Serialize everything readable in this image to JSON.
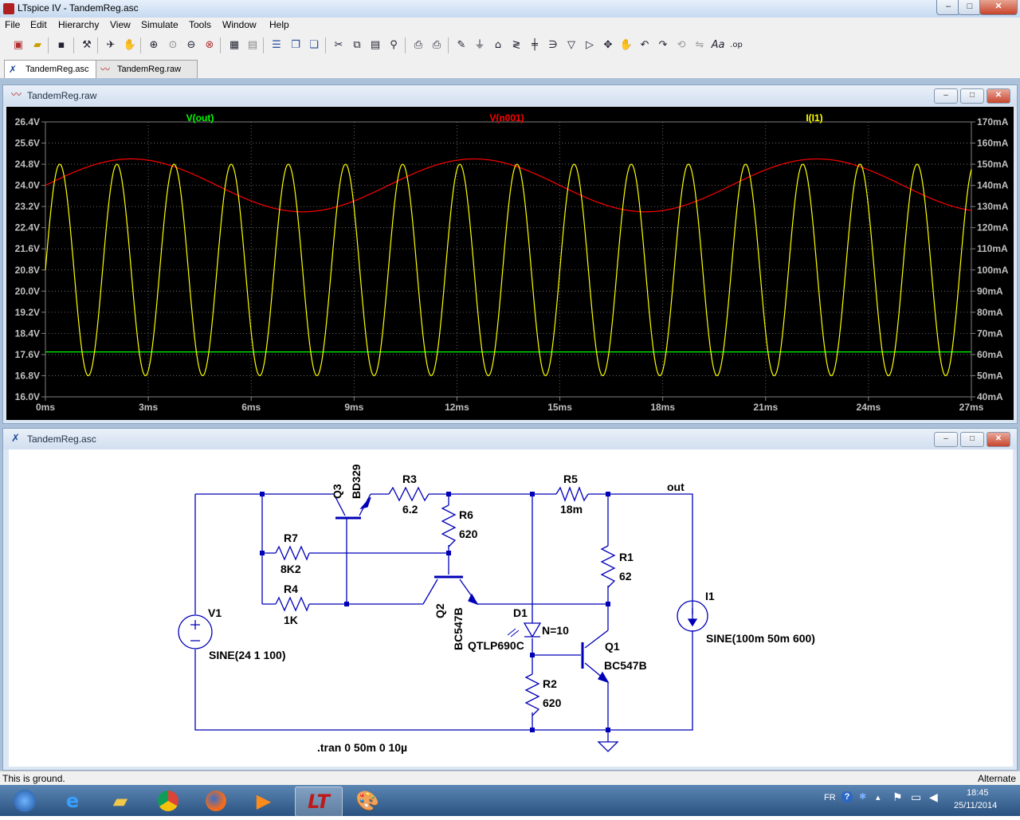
{
  "app": {
    "title": "LTspice IV - TandemReg.asc"
  },
  "window_controls": {
    "minimize": "–",
    "maximize": "□",
    "close": "✕"
  },
  "menu": [
    "File",
    "Edit",
    "Hierarchy",
    "View",
    "Simulate",
    "Tools",
    "Window",
    "Help"
  ],
  "tabs": [
    {
      "label": "TandemReg.asc",
      "icon": "schematic-icon"
    },
    {
      "label": "TandemReg.raw",
      "icon": "waveform-icon"
    }
  ],
  "waveform_window": {
    "title": "TandemReg.raw",
    "chart_data": {
      "type": "line",
      "xlabel": "",
      "ylabel": "",
      "x_ticks": [
        "0ms",
        "3ms",
        "6ms",
        "9ms",
        "12ms",
        "15ms",
        "18ms",
        "21ms",
        "24ms",
        "27ms"
      ],
      "xlim": [
        0,
        27
      ],
      "left_ticks": [
        "26.4V",
        "25.6V",
        "24.8V",
        "24.0V",
        "23.2V",
        "22.4V",
        "21.6V",
        "20.8V",
        "20.0V",
        "19.2V",
        "18.4V",
        "17.6V",
        "16.8V",
        "16.0V"
      ],
      "left_ylim": [
        16.0,
        26.4
      ],
      "right_ticks": [
        "170mA",
        "160mA",
        "150mA",
        "140mA",
        "130mA",
        "120mA",
        "110mA",
        "100mA",
        "90mA",
        "80mA",
        "70mA",
        "60mA",
        "50mA",
        "40mA"
      ],
      "right_ylim": [
        40,
        170
      ],
      "grid": true,
      "background": "#000000",
      "series": [
        {
          "name": "V(out)",
          "color": "#00ff00",
          "axis": "left",
          "kind": "constant",
          "value": 17.7
        },
        {
          "name": "V(n001)",
          "color": "#ff0000",
          "axis": "left",
          "kind": "sine",
          "offset": 24.0,
          "amplitude": 1.0,
          "frequency_hz": 100
        },
        {
          "name": "I(I1)",
          "color": "#ffff00",
          "axis": "right",
          "kind": "sine",
          "offset": 100,
          "amplitude": 50,
          "frequency_hz": 600
        }
      ]
    }
  },
  "schematic_window": {
    "title": "TandemReg.asc",
    "components": {
      "q3_name": "Q3",
      "q3_value": "BD329",
      "r3_name": "R3",
      "r3_value": "6.2",
      "r5_name": "R5",
      "r5_value": "18m",
      "net_out": "out",
      "r6_name": "R6",
      "r6_value": "620",
      "r7_name": "R7",
      "r7_value": "8K2",
      "r4_name": "R4",
      "r4_value": "1K",
      "r1_name": "R1",
      "r1_value": "62",
      "v1_name": "V1",
      "v1_value": "SINE(24 1 100)",
      "q2_name": "Q2",
      "q2_value": "BC547B",
      "d1_name": "D1",
      "d1_value": "QTLP690C",
      "d1_param": "N=10",
      "q1_name": "Q1",
      "q1_value": "BC547B",
      "r2_name": "R2",
      "r2_value": "620",
      "i1_name": "I1",
      "i1_value": "SINE(100m 50m 600)",
      "directive": ".tran 0 50m 0 10µ"
    }
  },
  "status": {
    "left": "This is ground.",
    "right": "Alternate"
  },
  "taskbar": {
    "lang": "FR",
    "time": "18:45",
    "date": "25/11/2014",
    "apps": [
      "start-orb-icon",
      "internet-explorer-icon",
      "file-explorer-icon",
      "chrome-icon",
      "firefox-icon",
      "media-player-icon",
      "ltspice-icon",
      "paint-icon"
    ]
  }
}
